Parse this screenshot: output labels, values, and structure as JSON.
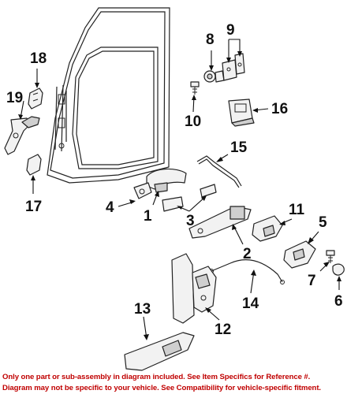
{
  "diagram": {
    "callouts": [
      {
        "id": "callout-1",
        "label": "1"
      },
      {
        "id": "callout-2",
        "label": "2"
      },
      {
        "id": "callout-3",
        "label": "3"
      },
      {
        "id": "callout-4",
        "label": "4"
      },
      {
        "id": "callout-5",
        "label": "5"
      },
      {
        "id": "callout-6",
        "label": "6"
      },
      {
        "id": "callout-7",
        "label": "7"
      },
      {
        "id": "callout-8",
        "label": "8"
      },
      {
        "id": "callout-9",
        "label": "9"
      },
      {
        "id": "callout-10",
        "label": "10"
      },
      {
        "id": "callout-11",
        "label": "11"
      },
      {
        "id": "callout-12",
        "label": "12"
      },
      {
        "id": "callout-13",
        "label": "13"
      },
      {
        "id": "callout-14",
        "label": "14"
      },
      {
        "id": "callout-15",
        "label": "15"
      },
      {
        "id": "callout-16",
        "label": "16"
      },
      {
        "id": "callout-17",
        "label": "17"
      },
      {
        "id": "callout-18",
        "label": "18"
      },
      {
        "id": "callout-19",
        "label": "19"
      }
    ]
  },
  "disclaimer": {
    "line1": "Only one part or sub-assembly in diagram included. See Item Specifics for Reference #.",
    "line2": "Diagram may not be specific to your vehicle. See Compatibility for vehicle-specific fitment.",
    "color": "#c00000"
  }
}
